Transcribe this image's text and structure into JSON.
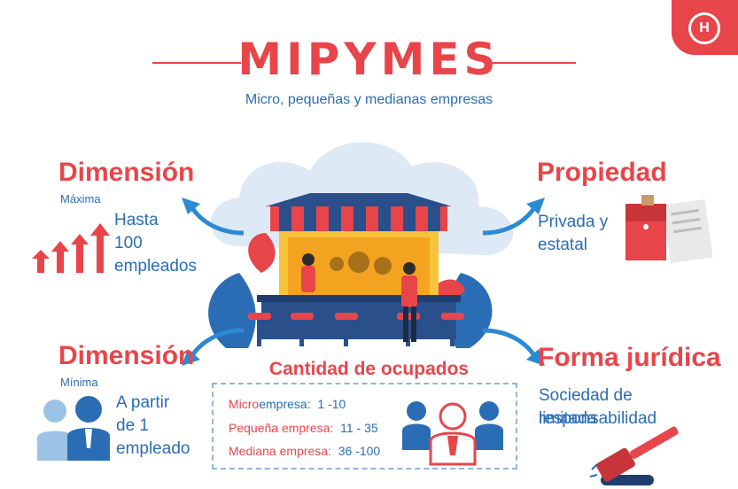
{
  "header": {
    "title": "MIPYMES",
    "subtitle": "Micro, pequeñas y medianas empresas"
  },
  "logo": {
    "glyph": "H",
    "icon": "hammer-badge-icon"
  },
  "dim_max": {
    "title": "Dimensión",
    "label": "Máxima",
    "text": [
      "Hasta",
      "100",
      "empleados"
    ]
  },
  "dim_min": {
    "title": "Dimensión",
    "label": "Mínima",
    "text": [
      "A partir",
      "de 1",
      "empleado"
    ]
  },
  "propiedad": {
    "title": "Propiedad",
    "text": [
      "Privada y",
      "estatal"
    ]
  },
  "forma": {
    "title": "Forma jurídica",
    "text": [
      "Sociedad de responsabilidad",
      "limitada"
    ]
  },
  "ocupados": {
    "title": "Cantidad de ocupados",
    "rows": [
      {
        "prefix": "Micro",
        "rest": "empresa:",
        "range": "1 -10"
      },
      {
        "prefix": "Pequeña empresa:",
        "rest": "",
        "range": "11 - 35"
      },
      {
        "prefix": "Mediana empresa:",
        "rest": "",
        "range": "36 -100"
      }
    ]
  },
  "colors": {
    "red": "#e8454a",
    "blue": "#2a6db5",
    "light_blue": "#dde9f4"
  }
}
